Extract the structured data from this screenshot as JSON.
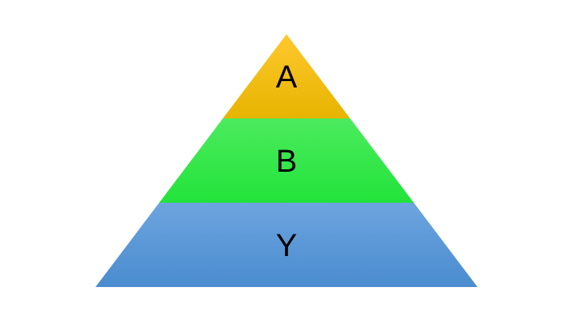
{
  "diagram": {
    "type": "pyramid",
    "tiers": [
      {
        "label": "A",
        "color_top": "#FFC82E",
        "color_bottom": "#E6B400"
      },
      {
        "label": "B",
        "color_top": "#4CEB5E",
        "color_bottom": "#22E33A"
      },
      {
        "label": "Y",
        "color_top": "#6DA4DF",
        "color_bottom": "#4A8CCF"
      }
    ]
  }
}
